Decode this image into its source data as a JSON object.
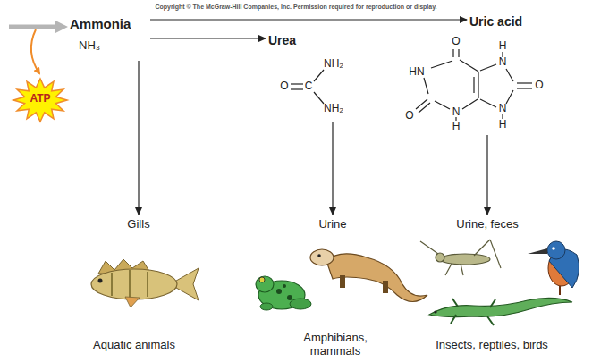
{
  "diagram": {
    "nodes": [
      {
        "text": [
          "Ammonia",
          "NH₃"
        ]
      },
      {
        "text": [
          "Urea"
        ]
      },
      {
        "text": [
          "Uric acid"
        ]
      },
      {
        "text": [
          "ATP"
        ]
      },
      {
        "text": [
          "Gills"
        ]
      },
      {
        "text": [
          "Urine"
        ]
      },
      {
        "text": [
          "Urine, feces"
        ]
      }
    ],
    "edges": [
      {
        "from": 0,
        "to": 1,
        "arrow": "to"
      },
      {
        "from": 0,
        "to": 2,
        "arrow": "to"
      },
      {
        "from": 0,
        "to": 4,
        "arrow": "to"
      },
      {
        "from": 1,
        "to": 5,
        "arrow": "to"
      },
      {
        "from": 2,
        "to": 6,
        "arrow": "to"
      }
    ],
    "labels": [
      "Copyright © The McGraw-Hill Companies, Inc. Permission required for reproduction or display.",
      "NH₂",
      "O",
      "C",
      "NH₂",
      "O",
      "H",
      "HN",
      "N",
      "O",
      "O",
      "N",
      "N",
      "H",
      "H",
      "Aquatic animals",
      "Amphibians, mammals",
      "Insects, reptiles, birds"
    ]
  }
}
